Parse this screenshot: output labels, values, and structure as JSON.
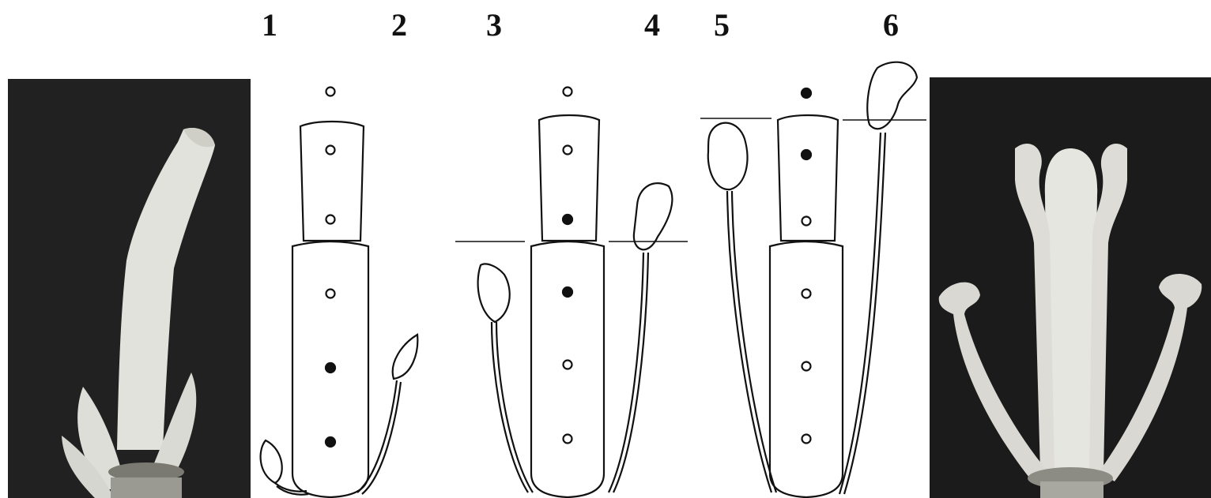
{
  "figure": {
    "stage_labels": [
      "1",
      "2",
      "3",
      "4",
      "5",
      "6"
    ],
    "photos": [
      {
        "id": "left",
        "subject": "bud-photo"
      },
      {
        "id": "right",
        "subject": "open-flower-photo"
      }
    ],
    "diagrams": [
      {
        "stage_pair": "1-2",
        "style_dots": [
          "open",
          "open",
          "open"
        ],
        "ovary_dots": [
          "open",
          "filled",
          "filled"
        ]
      },
      {
        "stage_pair": "3-4",
        "style_dots": [
          "open",
          "open",
          "filled"
        ],
        "ovary_dots": [
          "filled",
          "open",
          "open"
        ]
      },
      {
        "stage_pair": "5-6",
        "style_dots": [
          "filled",
          "filled",
          "open"
        ],
        "ovary_dots": [
          "open",
          "open",
          "open"
        ]
      }
    ],
    "colors": {
      "ink": "#111111",
      "photo_bg": "#1c1c1c",
      "petal": "#e8e8e4"
    }
  }
}
